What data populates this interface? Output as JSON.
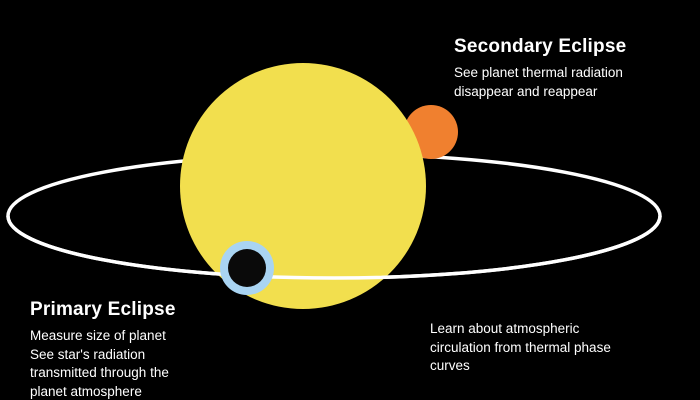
{
  "diagram": {
    "secondary_eclipse": {
      "title": "Secondary Eclipse",
      "desc_lines": [
        "See planet thermal radiation",
        "disappear and reappear"
      ]
    },
    "primary_eclipse": {
      "title": "Primary Eclipse",
      "desc_lines": [
        "Measure size of planet",
        "See star's radiation",
        "transmitted through the",
        "planet atmosphere"
      ]
    },
    "phase_curve": {
      "desc_lines": [
        "Learn about atmospheric",
        "circulation from thermal phase",
        "curves"
      ]
    }
  },
  "colors": {
    "background": "#000000",
    "star": "#F2DF4E",
    "orbit": "#FFFFFF",
    "hot_planet": "#F0802F",
    "transit_ring": "#A9D4F2",
    "transit_planet": "#0A0A0A",
    "text": "#FFFFFF"
  }
}
